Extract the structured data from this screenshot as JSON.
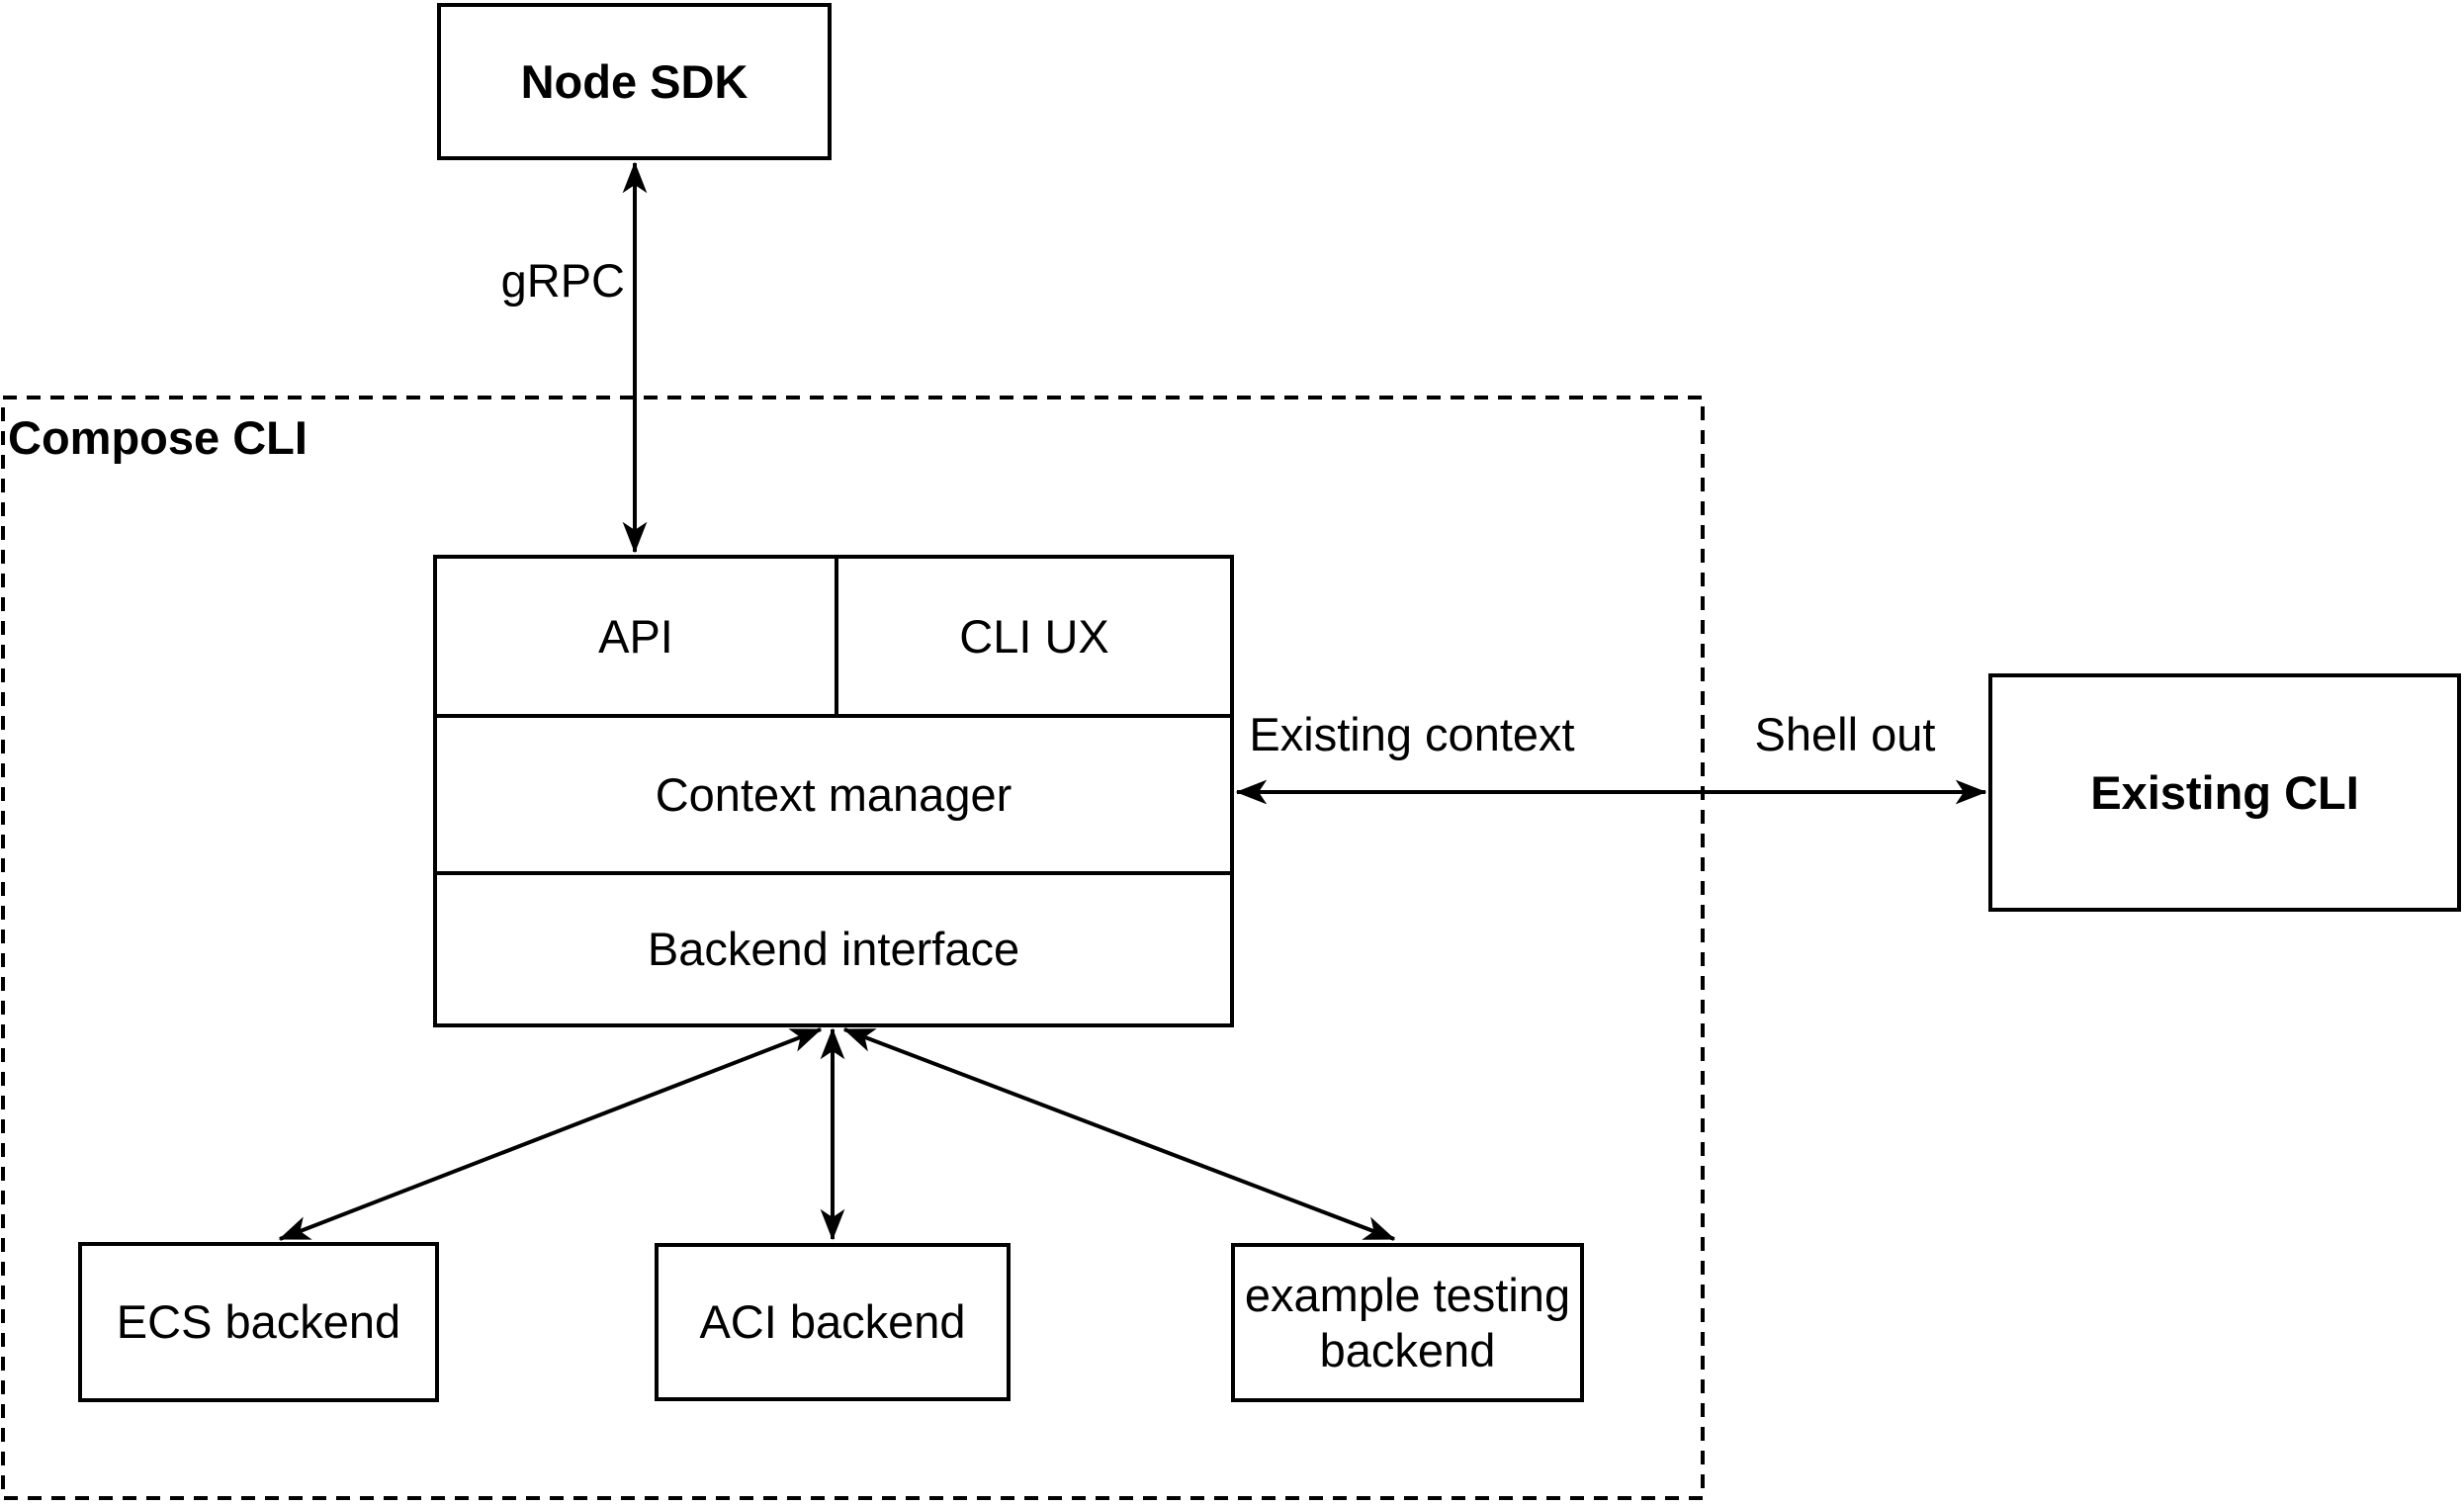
{
  "canvas": {
    "background": "#ffffff",
    "line_color": "#000000",
    "text_color": "#000000"
  },
  "container": {
    "compose_cli_label": "Compose CLI"
  },
  "nodes": {
    "node_sdk": "Node SDK",
    "api": "API",
    "cli_ux": "CLI UX",
    "context_manager": "Context manager",
    "backend_interface": "Backend interface",
    "existing_cli": "Existing CLI",
    "ecs_backend": "ECS backend",
    "aci_backend": "ACI backend",
    "example_testing_backend": "example testing backend"
  },
  "edge_labels": {
    "grpc": "gRPC",
    "existing_context": "Existing context",
    "shell_out": "Shell out"
  }
}
